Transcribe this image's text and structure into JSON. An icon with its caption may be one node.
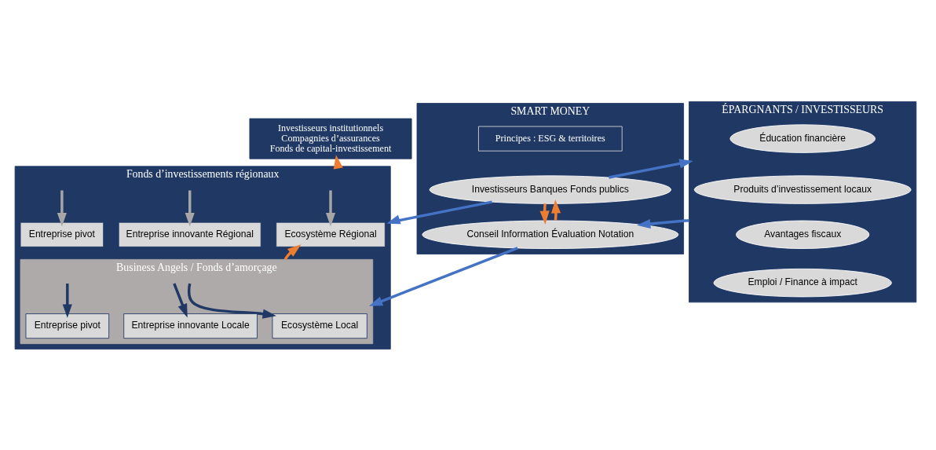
{
  "diagram": {
    "nodes": [
      {
        "text": [
          "Investisseurs institutionnels",
          "Compagnies d’assurances",
          "Fonds de capital-investissement"
        ]
      },
      {
        "text": [
          "Fonds d’investissements régionaux"
        ]
      },
      {
        "text": [
          "Ecosystème Régional"
        ],
        "in": 1
      },
      {
        "text": [
          "Entreprise innovante Régional"
        ],
        "in": 1
      },
      {
        "text": [
          "Entreprise pivot"
        ],
        "in": 1
      },
      {
        "text": [
          "Business Angels / Fonds d’amorçage"
        ],
        "in": 1
      },
      {
        "text": [
          "Ecosystème Local"
        ],
        "in": 5
      },
      {
        "text": [
          "Entreprise innovante Locale"
        ],
        "in": 5
      },
      {
        "text": [
          "Entreprise pivot"
        ],
        "in": 5
      },
      {
        "text": [
          "SMART MONEY"
        ]
      },
      {
        "text": [
          "Principes : ESG & territoires"
        ],
        "in": 9
      },
      {
        "text": [
          "Investisseurs Banques Fonds publics"
        ],
        "in": 9
      },
      {
        "text": [
          "Conseil Information Évaluation Notation"
        ],
        "in": 9
      },
      {
        "text": [
          "ÉPARGNANTS / INVESTISSEURS"
        ]
      },
      {
        "text": [
          "Éducation financière"
        ],
        "in": 13
      },
      {
        "text": [
          "Produits d’investissement locaux"
        ],
        "in": 13
      },
      {
        "text": [
          "Avantages fiscaux"
        ],
        "in": 13
      },
      {
        "text": [
          "Emploi / Finance à impact"
        ],
        "in": 13
      }
    ],
    "edges": [
      {
        "from": null,
        "to": 2,
        "arrow": "to",
        "color": "#a6a6a6"
      },
      {
        "from": null,
        "to": 3,
        "arrow": "to",
        "color": "#a6a6a6"
      },
      {
        "from": null,
        "to": 4,
        "arrow": "to",
        "color": "#a6a6a6"
      },
      {
        "from": null,
        "to": 6,
        "arrow": "to",
        "color": "#203864"
      },
      {
        "from": null,
        "to": 7,
        "arrow": "to",
        "color": "#203864"
      },
      {
        "from": null,
        "to": 8,
        "arrow": "to",
        "color": "#203864"
      },
      {
        "from": 11,
        "to": 1,
        "arrow": "to"
      },
      {
        "from": 12,
        "to": 5,
        "arrow": "to"
      },
      {
        "from": 11,
        "to": 13,
        "arrow": "to"
      },
      {
        "from": 13,
        "to": 12,
        "arrow": "to"
      },
      {
        "from": 11,
        "to": 12,
        "arrow": "to",
        "color": "#ed7d31"
      },
      {
        "from": 12,
        "to": 11,
        "arrow": "to",
        "color": "#ed7d31"
      },
      {
        "from": 1,
        "to": 0,
        "arrow": "to",
        "color": "#ed7d31"
      },
      {
        "from": 5,
        "to": 2,
        "arrow": "to",
        "color": "#ed7d31"
      }
    ]
  }
}
